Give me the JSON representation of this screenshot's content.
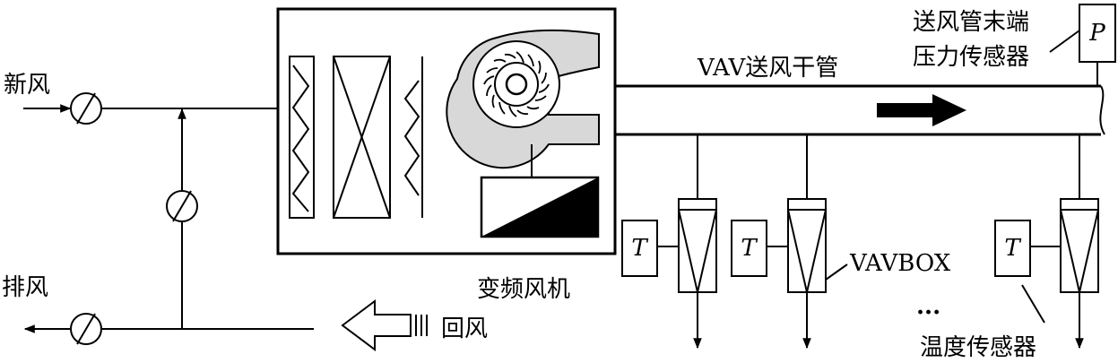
{
  "labels": {
    "fresh_air": "新风",
    "exhaust_air": "排风",
    "return_air": "回风",
    "vfd_fan": "变频风机",
    "main_duct": "VAV送风干管",
    "sensor_line1": "送风管末端",
    "sensor_line2": "压力传感器",
    "pressure_symbol": "P",
    "vavbox": "VAVBOX",
    "temp_sensor": "温度传感器",
    "temp_symbol": "T",
    "ellipsis": "···"
  }
}
